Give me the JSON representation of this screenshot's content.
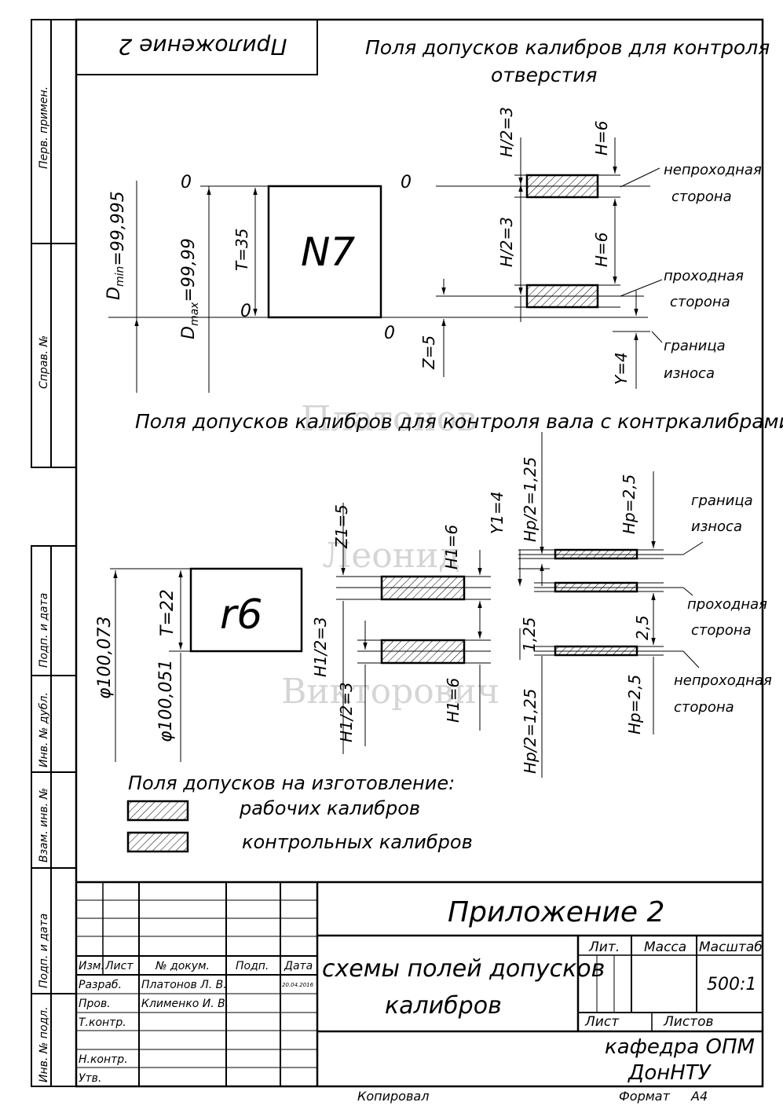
{
  "top_stamp": "Приложение 2",
  "side_labels": {
    "perv_primen": "Перв. примен.",
    "sprav_no": "Справ. №",
    "podp_data_1": "Подп. и дата",
    "inv_dubl": "Инв. № дубл.",
    "vzam_inv": "Взам. инв. №",
    "podp_data_2": "Подп. и дата",
    "inv_podl": "Инв. № подл."
  },
  "hole": {
    "title_line1": "Поля допусков калибров для контроля",
    "title_line2": "отверстия",
    "field": "N7",
    "zero_marks": [
      "0",
      "0",
      "0",
      "0"
    ],
    "dmin_label": "D",
    "dmin_sub": "min",
    "dmin_value": "=99,995",
    "dmax_label": "D",
    "dmax_sub": "max",
    "dmax_value": "=99,99",
    "t": "T=35",
    "h2_top": "H/2=3",
    "h2_bottom": "H/2=3",
    "h_top": "H=6",
    "h_bottom": "H=6",
    "z": "Z=5",
    "y": "Y=4",
    "nonpass_1": "непроходная",
    "nonpass_2": "сторона",
    "pass_1": "проходная",
    "pass_2": "сторона",
    "wear_1": "граница",
    "wear_2": "износа"
  },
  "shaft": {
    "title": "Поля допусков калибров для контроля вала с контркалибрами",
    "field": "r6",
    "d_max": "φ100,073",
    "d_min": "φ100,051",
    "t": "T=22",
    "z1": "Z1=5",
    "h1_top": "H1=6",
    "y1": "Y1=4",
    "hp2_top": "Hp/2=1,25",
    "hp_top": "Hp=2,5",
    "h1_2": "H1/2=3",
    "h1_2b": "H1/2=3",
    "v125": "1,25",
    "v25": "2,5",
    "h1_bottom": "H1=6",
    "hp2_bottom": "Hp/2=1,25",
    "hp_bottom": "Hp=2,5",
    "wear_1": "граница",
    "wear_2": "износа",
    "pass_1": "проходная",
    "pass_2": "сторона",
    "nonpass_1": "непроходная",
    "nonpass_2": "сторона"
  },
  "legend": {
    "title": "Поля допусков на изготовление:",
    "working": "рабочих калибров",
    "control": "контрольных калибров"
  },
  "watermark": {
    "line1": "Платонов",
    "line2": "Леонид",
    "line3": "Викторович"
  },
  "title_block": {
    "doc_title": "Приложение 2",
    "name_line1": "схемы полей допусков",
    "name_line2": "калибров",
    "lit": "Лит.",
    "mass": "Масса",
    "scale_label": "Масштаб",
    "scale_value": "500:1",
    "sheet": "Лист",
    "sheets": "Листов",
    "org_line1": "кафедра ОПМ",
    "org_line2": "ДонНТУ",
    "col_izm": "Изм.",
    "col_list": "Лист",
    "col_doc": "№ докум.",
    "col_podp": "Подп.",
    "col_data": "Дата",
    "razrab": "Разраб.",
    "razrab_name": "Платонов Л. В.",
    "razrab_date": "20.04.2016",
    "prov": "Пров.",
    "prov_name": "Клименко И. В.",
    "tkontr": "Т.контр.",
    "nkontr": "Н.контр.",
    "utv": "Утв."
  },
  "footer": {
    "copied": "Копировал",
    "format": "Формат",
    "format_value": "А4"
  }
}
